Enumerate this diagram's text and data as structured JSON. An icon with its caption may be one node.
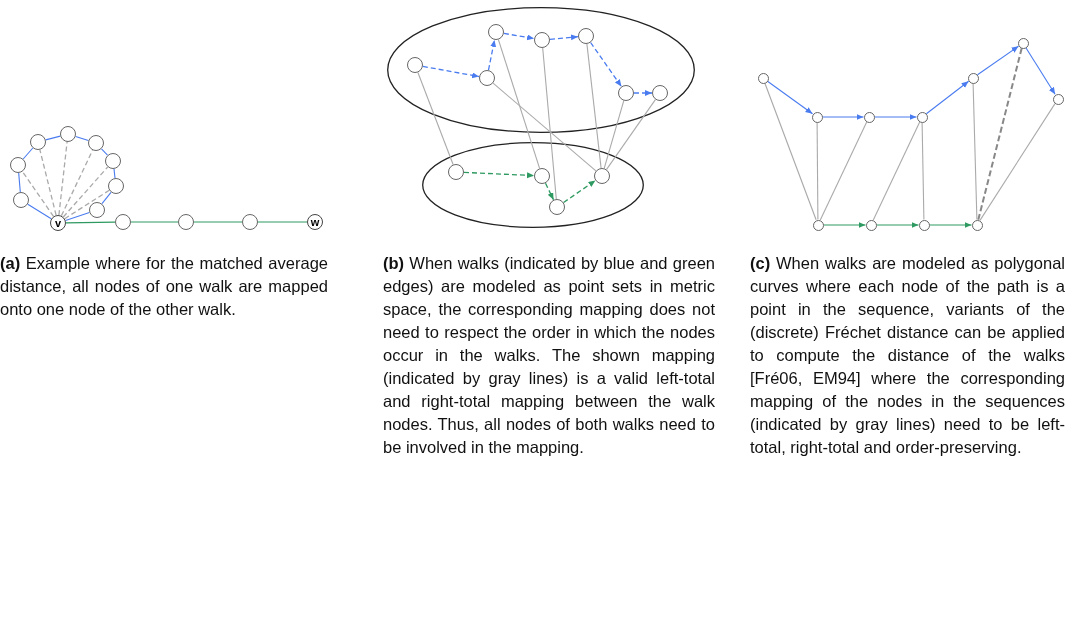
{
  "diagram": {
    "nodes": [
      {
        "text": [
          "v"
        ]
      },
      {
        "text": [],
        "shape": "circle"
      },
      {
        "text": [],
        "shape": "circle"
      },
      {
        "text": [],
        "shape": "circle"
      },
      {
        "text": [],
        "shape": "circle"
      },
      {
        "text": [],
        "shape": "circle"
      },
      {
        "text": [],
        "shape": "circle"
      },
      {
        "text": [],
        "shape": "circle"
      },
      {
        "text": [],
        "shape": "circle"
      },
      {
        "text": [],
        "shape": "circle"
      },
      {
        "text": [],
        "shape": "circle"
      },
      {
        "text": [],
        "shape": "circle"
      },
      {
        "text": [
          "w"
        ]
      },
      {
        "text": [],
        "shape": "ellipse"
      },
      {
        "text": [],
        "shape": "circle",
        "in": 13
      },
      {
        "text": [],
        "shape": "circle",
        "in": 13
      },
      {
        "text": [],
        "shape": "circle",
        "in": 13
      },
      {
        "text": [],
        "shape": "circle",
        "in": 13
      },
      {
        "text": [],
        "shape": "circle",
        "in": 13
      },
      {
        "text": [],
        "shape": "circle",
        "in": 13
      },
      {
        "text": [],
        "shape": "circle",
        "in": 13
      },
      {
        "text": [],
        "shape": "ellipse"
      },
      {
        "text": [],
        "shape": "circle",
        "in": 21
      },
      {
        "text": [],
        "shape": "circle",
        "in": 21
      },
      {
        "text": [],
        "shape": "circle",
        "in": 21
      },
      {
        "text": [],
        "shape": "circle",
        "in": 21
      },
      {
        "text": [],
        "shape": "circle"
      },
      {
        "text": [],
        "shape": "circle"
      },
      {
        "text": [],
        "shape": "circle"
      },
      {
        "text": [],
        "shape": "circle"
      },
      {
        "text": [],
        "shape": "circle"
      },
      {
        "text": [],
        "shape": "circle"
      },
      {
        "text": [],
        "shape": "circle"
      },
      {
        "text": [],
        "shape": "circle"
      },
      {
        "text": [],
        "shape": "circle"
      },
      {
        "text": [],
        "shape": "circle"
      },
      {
        "text": [],
        "shape": "circle"
      }
    ],
    "edges": [
      {
        "from": 0,
        "to": 1,
        "arrow": "none",
        "color": "#4a7cf0"
      },
      {
        "from": 1,
        "to": 2,
        "arrow": "none",
        "color": "#4a7cf0"
      },
      {
        "from": 2,
        "to": 3,
        "arrow": "none",
        "color": "#4a7cf0"
      },
      {
        "from": 3,
        "to": 4,
        "arrow": "none",
        "color": "#4a7cf0"
      },
      {
        "from": 4,
        "to": 5,
        "arrow": "none",
        "color": "#4a7cf0"
      },
      {
        "from": 5,
        "to": 6,
        "arrow": "none",
        "color": "#4a7cf0"
      },
      {
        "from": 6,
        "to": 7,
        "arrow": "none",
        "color": "#4a7cf0"
      },
      {
        "from": 7,
        "to": 8,
        "arrow": "none",
        "color": "#4a7cf0"
      },
      {
        "from": 8,
        "to": 0,
        "arrow": "none",
        "color": "#4a7cf0"
      },
      {
        "from": 0,
        "to": 2,
        "arrow": "none",
        "style": "dashed",
        "color": "#aaaaaa"
      },
      {
        "from": 0,
        "to": 3,
        "arrow": "none",
        "style": "dashed",
        "color": "#aaaaaa"
      },
      {
        "from": 0,
        "to": 4,
        "arrow": "none",
        "style": "dashed",
        "color": "#aaaaaa"
      },
      {
        "from": 0,
        "to": 5,
        "arrow": "none",
        "style": "dashed",
        "color": "#aaaaaa"
      },
      {
        "from": 0,
        "to": 6,
        "arrow": "none",
        "style": "dashed",
        "color": "#aaaaaa"
      },
      {
        "from": 0,
        "to": 7,
        "arrow": "none",
        "style": "dashed",
        "color": "#aaaaaa"
      },
      {
        "from": 0,
        "to": 9,
        "arrow": "none",
        "color": "#2e9960"
      },
      {
        "from": 9,
        "to": 10,
        "arrow": "none",
        "color": "#2e9960"
      },
      {
        "from": 10,
        "to": 11,
        "arrow": "none",
        "color": "#2e9960"
      },
      {
        "from": 11,
        "to": 12,
        "arrow": "none",
        "color": "#2e9960"
      },
      {
        "from": 14,
        "to": 15,
        "arrow": "to",
        "style": "dashed",
        "color": "#4a7cf0"
      },
      {
        "from": 15,
        "to": 16,
        "arrow": "to",
        "style": "dashed",
        "color": "#4a7cf0"
      },
      {
        "from": 16,
        "to": 17,
        "arrow": "to",
        "style": "dashed",
        "color": "#4a7cf0"
      },
      {
        "from": 17,
        "to": 18,
        "arrow": "to",
        "style": "dashed",
        "color": "#4a7cf0"
      },
      {
        "from": 18,
        "to": 19,
        "arrow": "to",
        "style": "dashed",
        "color": "#4a7cf0"
      },
      {
        "from": 19,
        "to": 20,
        "arrow": "to",
        "style": "dashed",
        "color": "#4a7cf0"
      },
      {
        "from": 22,
        "to": 23,
        "arrow": "to",
        "style": "dashed",
        "color": "#2e9960"
      },
      {
        "from": 23,
        "to": 24,
        "arrow": "to",
        "style": "dashed",
        "color": "#2e9960"
      },
      {
        "from": 24,
        "to": 25,
        "arrow": "to",
        "style": "dashed",
        "color": "#2e9960"
      },
      {
        "from": 14,
        "to": 22,
        "arrow": "none",
        "color": "#aaaaaa"
      },
      {
        "from": 16,
        "to": 23,
        "arrow": "none",
        "color": "#aaaaaa"
      },
      {
        "from": 17,
        "to": 24,
        "arrow": "none",
        "color": "#aaaaaa"
      },
      {
        "from": 15,
        "to": 25,
        "arrow": "none",
        "color": "#aaaaaa"
      },
      {
        "from": 18,
        "to": 25,
        "arrow": "none",
        "color": "#aaaaaa"
      },
      {
        "from": 19,
        "to": 25,
        "arrow": "none",
        "color": "#aaaaaa"
      },
      {
        "from": 20,
        "to": 25,
        "arrow": "none",
        "color": "#aaaaaa"
      },
      {
        "from": 26,
        "to": 27,
        "arrow": "to",
        "color": "#4a7cf0"
      },
      {
        "from": 27,
        "to": 28,
        "arrow": "to",
        "color": "#4a7cf0"
      },
      {
        "from": 28,
        "to": 29,
        "arrow": "to",
        "color": "#4a7cf0"
      },
      {
        "from": 29,
        "to": 30,
        "arrow": "to",
        "color": "#4a7cf0"
      },
      {
        "from": 30,
        "to": 31,
        "arrow": "to",
        "color": "#4a7cf0"
      },
      {
        "from": 31,
        "to": 32,
        "arrow": "to",
        "color": "#4a7cf0"
      },
      {
        "from": 33,
        "to": 34,
        "arrow": "to",
        "color": "#2e9960"
      },
      {
        "from": 34,
        "to": 35,
        "arrow": "to",
        "color": "#2e9960"
      },
      {
        "from": 35,
        "to": 36,
        "arrow": "to",
        "color": "#2e9960"
      },
      {
        "from": 26,
        "to": 33,
        "arrow": "none",
        "color": "#aaaaaa"
      },
      {
        "from": 27,
        "to": 33,
        "arrow": "none",
        "color": "#aaaaaa"
      },
      {
        "from": 28,
        "to": 33,
        "arrow": "none",
        "color": "#aaaaaa"
      },
      {
        "from": 29,
        "to": 34,
        "arrow": "none",
        "color": "#aaaaaa"
      },
      {
        "from": 29,
        "to": 35,
        "arrow": "none",
        "color": "#aaaaaa"
      },
      {
        "from": 30,
        "to": 36,
        "arrow": "none",
        "color": "#aaaaaa"
      },
      {
        "from": 31,
        "to": 36,
        "arrow": "none",
        "style": "dashed",
        "color": "#888888"
      },
      {
        "from": 32,
        "to": 36,
        "arrow": "none",
        "color": "#aaaaaa"
      }
    ],
    "labels": [
      "**(a)** Example where for the matched average distance, all nodes of one walk are mapped onto one node of the other walk.",
      "**(b)** When walks (indicated by blue and green edges) are modeled as point sets in metric space, the corresponding mapping does not need to respect the order in which the nodes occur in the walks. The shown mapping (indicated by gray lines) is a valid left-total and right-total mapping between the walk nodes. Thus, all nodes of both walks need to be involved in the mapping.",
      "**(c)** When walks are modeled as polygonal curves where each node of the path is a point in the sequence, variants of the (discrete) Fréchet distance can be applied to compute the distance of the walks [Fré06, EM94] where the corresponding mapping of the nodes in the sequences (indicated by gray lines) need to be left-total, right-total and order-preserving."
    ]
  }
}
